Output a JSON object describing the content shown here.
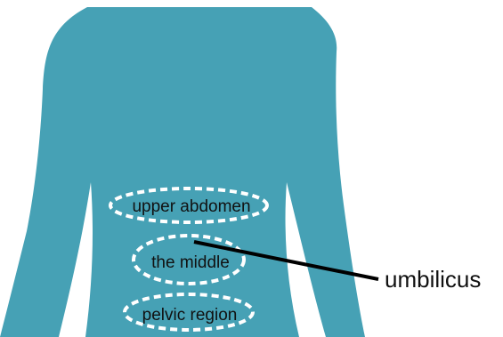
{
  "colors": {
    "body_fill": "#46a1b5",
    "outline_dashes": "#ffffff",
    "pointer_line": "#000000",
    "background": "#ffffff"
  },
  "regions": [
    {
      "label": "upper abdomen"
    },
    {
      "label": "the middle"
    },
    {
      "label": "pelvic region"
    }
  ],
  "callout": {
    "label": "umbilicus"
  }
}
